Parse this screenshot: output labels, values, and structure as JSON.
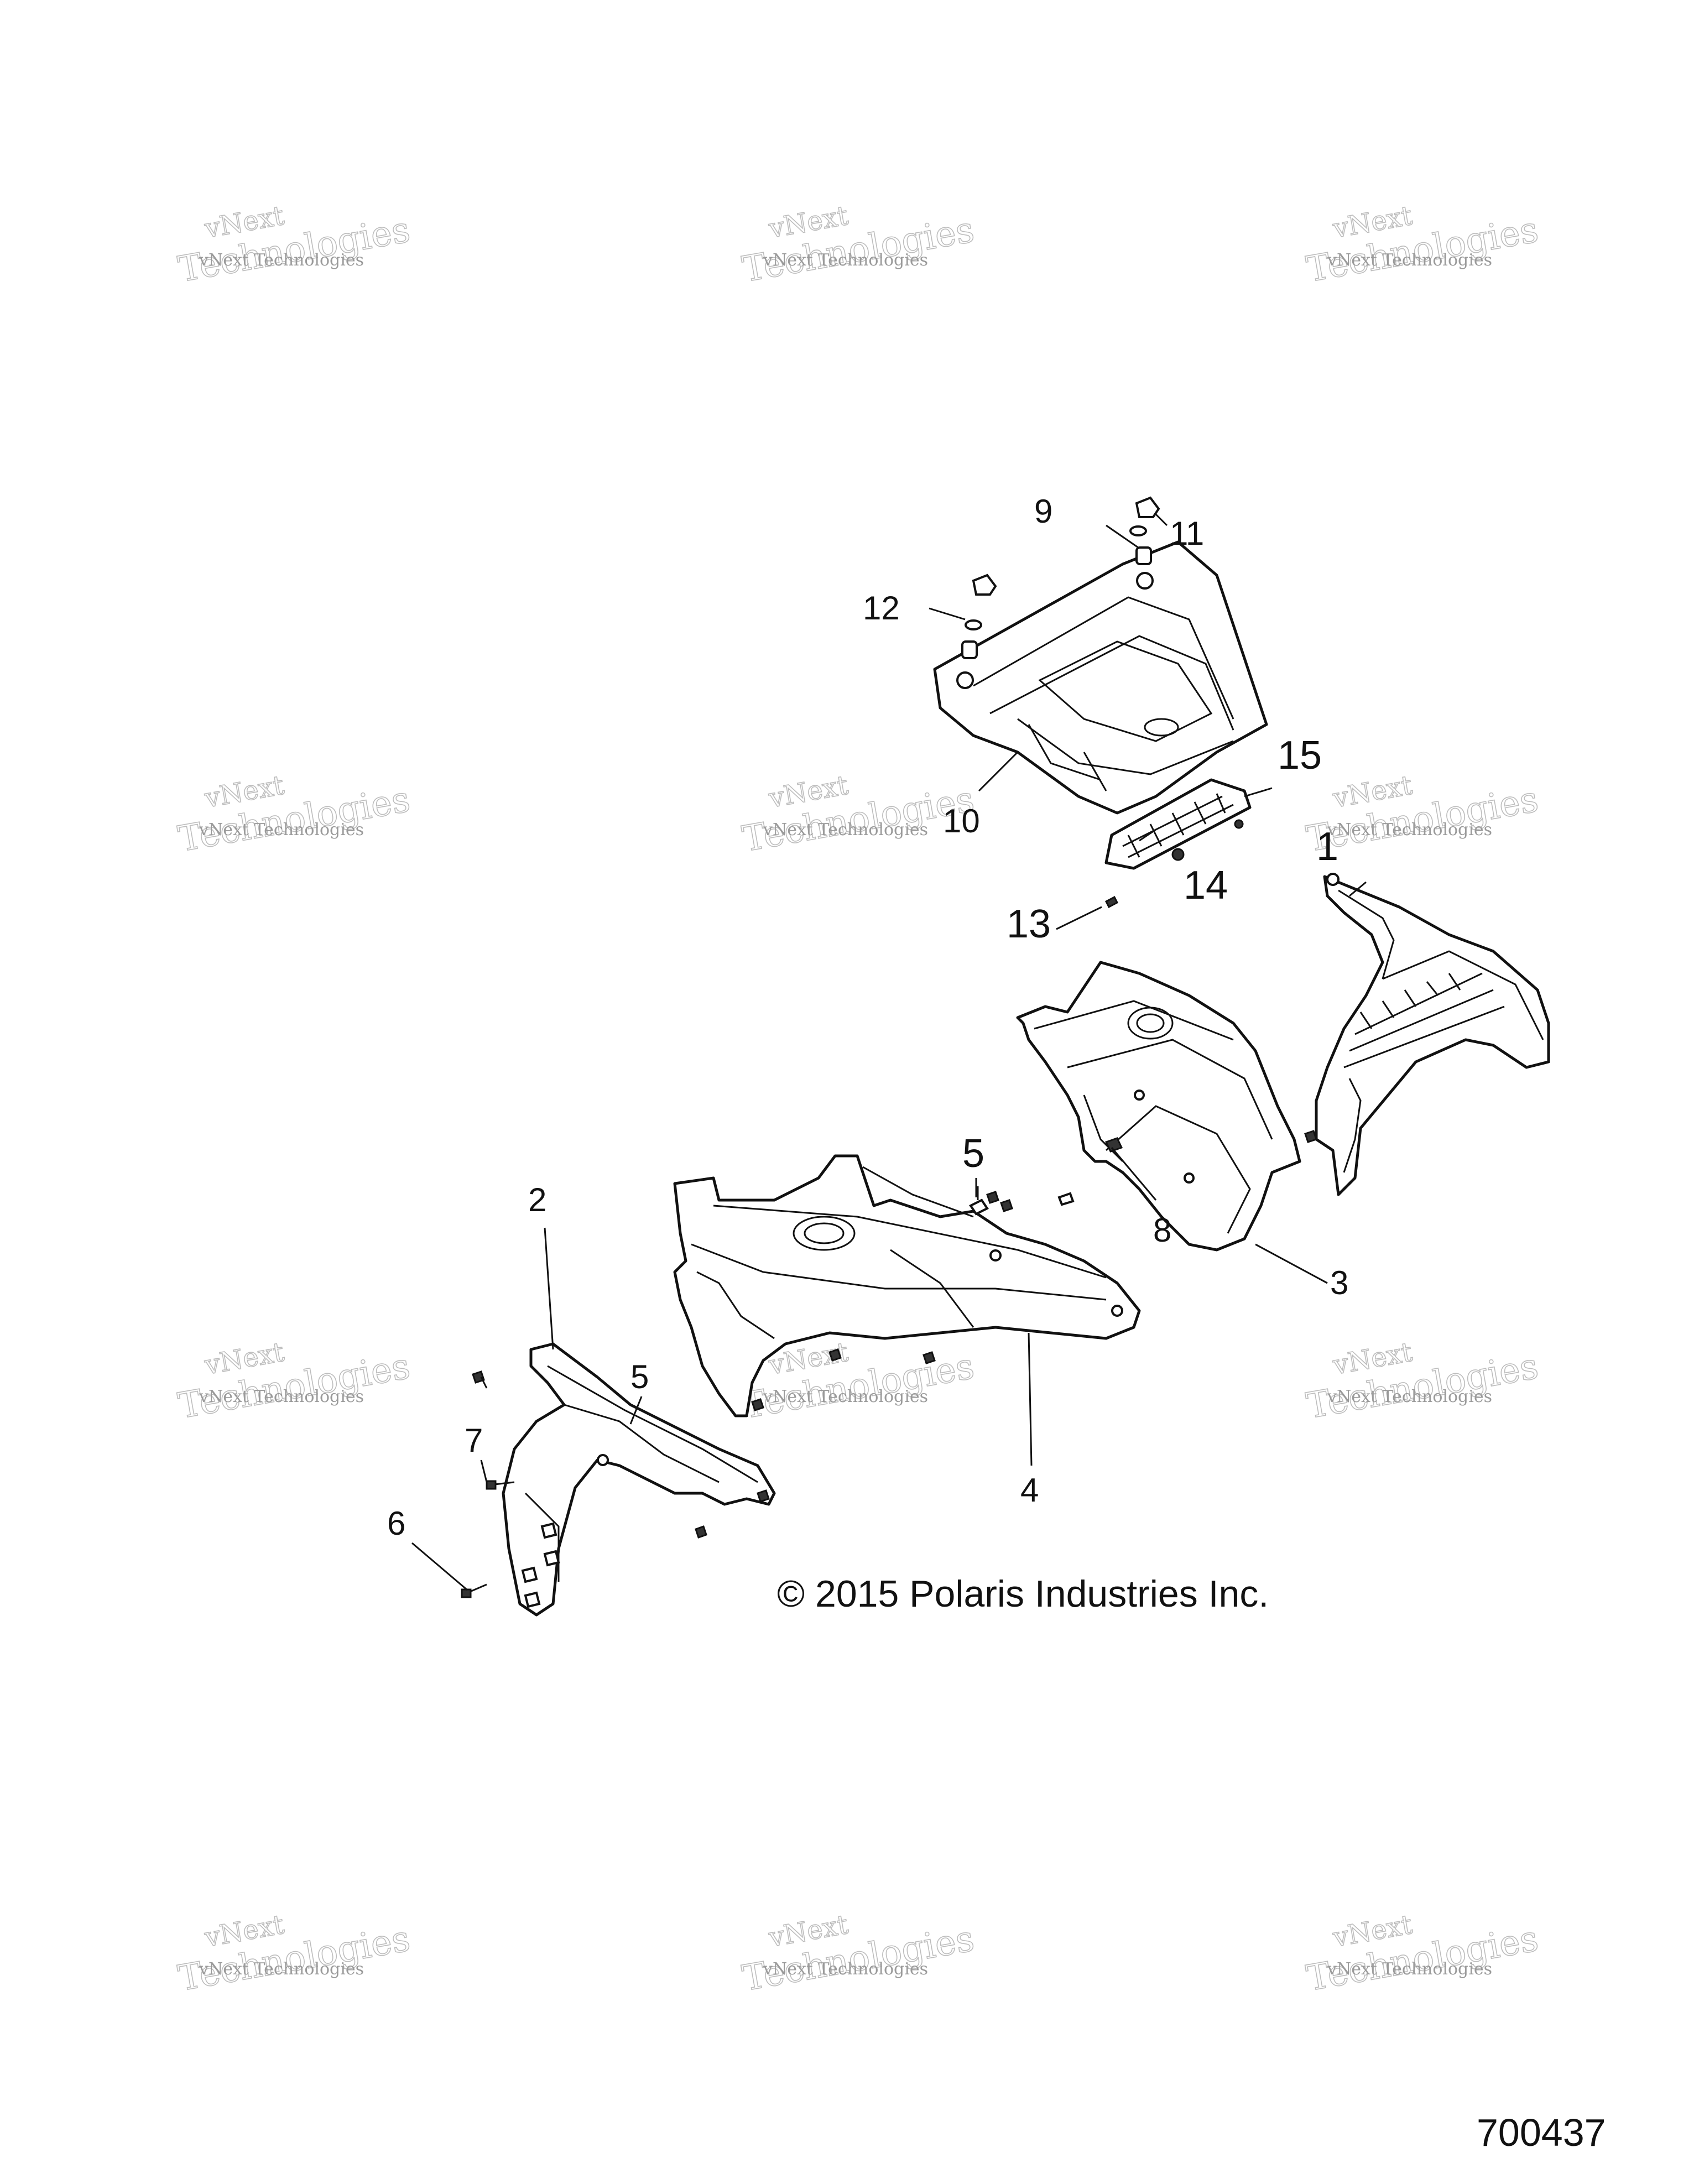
{
  "watermark": {
    "line1": "vNext Technologies",
    "line2": "vNext",
    "line3": "Technologies"
  },
  "callouts": {
    "c1": "1",
    "c2": "2",
    "c3": "3",
    "c4": "4",
    "c5a": "5",
    "c5b": "5",
    "c6": "6",
    "c7": "7",
    "c8": "8",
    "c9": "9",
    "c10": "10",
    "c11": "11",
    "c12": "12",
    "c13": "13",
    "c14": "14",
    "c15": "15"
  },
  "copyright": "© 2015 Polaris Industries Inc.",
  "figure_id": "700437"
}
